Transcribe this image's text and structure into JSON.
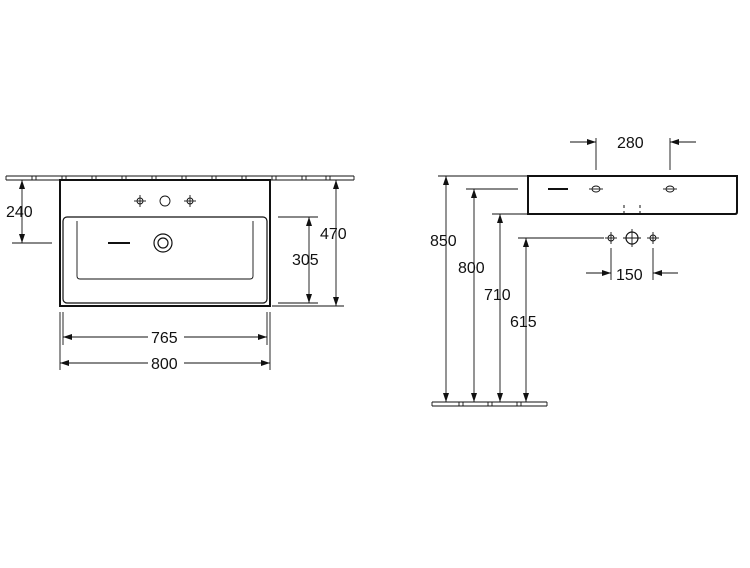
{
  "diagram": {
    "colors": {
      "line": "#111111",
      "background": "#ffffff"
    },
    "front_view": {
      "dimensions": {
        "overflow_height": "240",
        "bowl_depth": "305",
        "total_height": "470",
        "inner_width": "765",
        "outer_width": "800"
      }
    },
    "side_view": {
      "dimensions": {
        "depth": "280",
        "rim_height": "850",
        "bottom_height": "800",
        "waste_height": "710",
        "tap_height": "615",
        "tap_spacing": "150"
      }
    }
  }
}
